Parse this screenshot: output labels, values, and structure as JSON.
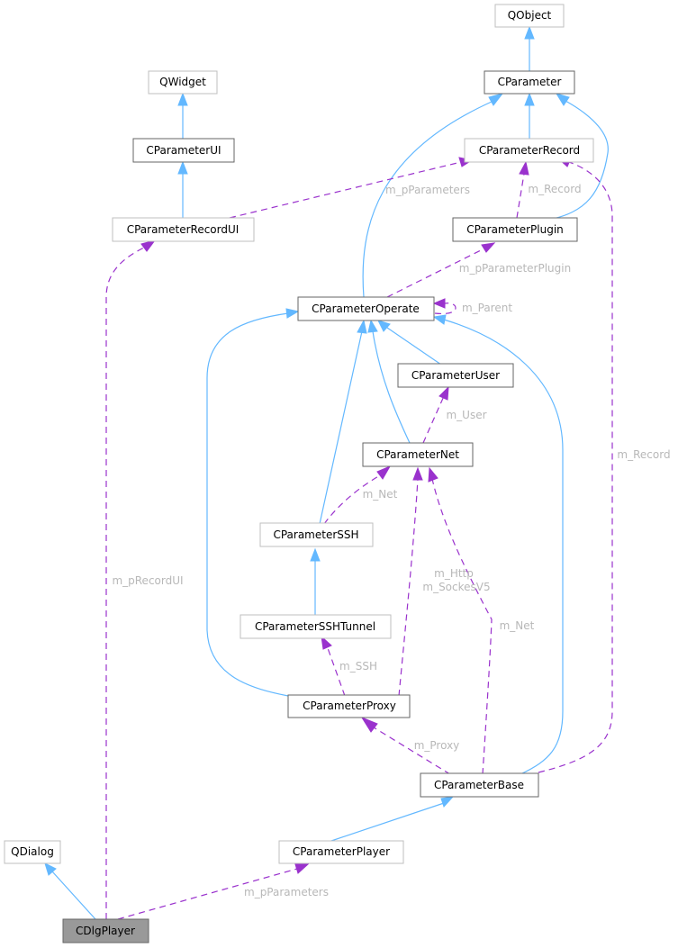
{
  "diagram": {
    "title": "Collaboration diagram for CDlgPlayer",
    "focus_node": "CDlgPlayer",
    "colors": {
      "inheritance_edge": "#63b8ff",
      "usage_edge": "#9a32cd",
      "edge_label": "#b8b8b8",
      "focus_fill": "#999999",
      "documented_border": "#666666",
      "undocumented_border": "#bfbfbf"
    },
    "nodes": [
      {
        "id": "QObject",
        "label": "QObject",
        "style": "weak"
      },
      {
        "id": "CParameter",
        "label": "CParameter",
        "style": "strong"
      },
      {
        "id": "QWidget",
        "label": "QWidget",
        "style": "weak"
      },
      {
        "id": "CParameterUI",
        "label": "CParameterUI",
        "style": "strong"
      },
      {
        "id": "CParameterRecord",
        "label": "CParameterRecord",
        "style": "weak"
      },
      {
        "id": "CParameterRecordUI",
        "label": "CParameterRecordUI",
        "style": "weak"
      },
      {
        "id": "CParameterPlugin",
        "label": "CParameterPlugin",
        "style": "strong"
      },
      {
        "id": "CParameterOperate",
        "label": "CParameterOperate",
        "style": "strong"
      },
      {
        "id": "CParameterUser",
        "label": "CParameterUser",
        "style": "strong"
      },
      {
        "id": "CParameterNet",
        "label": "CParameterNet",
        "style": "strong"
      },
      {
        "id": "CParameterSSH",
        "label": "CParameterSSH",
        "style": "weak"
      },
      {
        "id": "CParameterSSHTunnel",
        "label": "CParameterSSHTunnel",
        "style": "weak"
      },
      {
        "id": "CParameterProxy",
        "label": "CParameterProxy",
        "style": "strong"
      },
      {
        "id": "CParameterBase",
        "label": "CParameterBase",
        "style": "strong"
      },
      {
        "id": "QDialog",
        "label": "QDialog",
        "style": "weak"
      },
      {
        "id": "CParameterPlayer",
        "label": "CParameterPlayer",
        "style": "weak"
      },
      {
        "id": "CDlgPlayer",
        "label": "CDlgPlayer",
        "style": "focus"
      }
    ],
    "edges": [
      {
        "from": "CParameter",
        "to": "QObject",
        "type": "inheritance",
        "label": ""
      },
      {
        "from": "CParameterRecord",
        "to": "CParameter",
        "type": "inheritance",
        "label": ""
      },
      {
        "from": "CParameterPlugin",
        "to": "CParameter",
        "type": "inheritance",
        "label": ""
      },
      {
        "from": "CParameterOperate",
        "to": "CParameter",
        "type": "inheritance",
        "label": ""
      },
      {
        "from": "CParameterUI",
        "to": "QWidget",
        "type": "inheritance",
        "label": ""
      },
      {
        "from": "CParameterRecordUI",
        "to": "CParameterUI",
        "type": "inheritance",
        "label": ""
      },
      {
        "from": "CParameterRecordUI",
        "to": "CParameterRecord",
        "type": "usage",
        "label": "m_pParameters"
      },
      {
        "from": "CParameterPlugin",
        "to": "CParameterRecord",
        "type": "usage",
        "label": "m_Record"
      },
      {
        "from": "CParameterOperate",
        "to": "CParameterPlugin",
        "type": "usage",
        "label": "m_pParameterPlugin"
      },
      {
        "from": "CParameterOperate",
        "to": "CParameterOperate",
        "type": "usage",
        "label": "m_Parent"
      },
      {
        "from": "CParameterUser",
        "to": "CParameterOperate",
        "type": "inheritance",
        "label": ""
      },
      {
        "from": "CParameterNet",
        "to": "CParameterOperate",
        "type": "inheritance",
        "label": ""
      },
      {
        "from": "CParameterSSH",
        "to": "CParameterOperate",
        "type": "inheritance",
        "label": ""
      },
      {
        "from": "CParameterProxy",
        "to": "CParameterOperate",
        "type": "inheritance",
        "label": ""
      },
      {
        "from": "CParameterBase",
        "to": "CParameterOperate",
        "type": "inheritance",
        "label": ""
      },
      {
        "from": "CParameterNet",
        "to": "CParameterUser",
        "type": "usage",
        "label": "m_User"
      },
      {
        "from": "CParameterSSH",
        "to": "CParameterNet",
        "type": "usage",
        "label": "m_Net"
      },
      {
        "from": "CParameterProxy",
        "to": "CParameterNet",
        "type": "usage",
        "label": "m_Http\nm_SockesV5"
      },
      {
        "from": "CParameterBase",
        "to": "CParameterNet",
        "type": "usage",
        "label": "m_Net"
      },
      {
        "from": "CParameterSSHTunnel",
        "to": "CParameterSSH",
        "type": "inheritance",
        "label": ""
      },
      {
        "from": "CParameterProxy",
        "to": "CParameterSSHTunnel",
        "type": "usage",
        "label": "m_SSH"
      },
      {
        "from": "CParameterBase",
        "to": "CParameterProxy",
        "type": "usage",
        "label": "m_Proxy"
      },
      {
        "from": "CParameterBase",
        "to": "CParameterRecord",
        "type": "usage",
        "label": "m_Record"
      },
      {
        "from": "CParameterPlayer",
        "to": "CParameterBase",
        "type": "inheritance",
        "label": ""
      },
      {
        "from": "CDlgPlayer",
        "to": "QDialog",
        "type": "inheritance",
        "label": ""
      },
      {
        "from": "CDlgPlayer",
        "to": "CParameterPlayer",
        "type": "usage",
        "label": "m_pParameters"
      },
      {
        "from": "CDlgPlayer",
        "to": "CParameterRecordUI",
        "type": "usage",
        "label": "m_pRecordUI"
      }
    ]
  }
}
